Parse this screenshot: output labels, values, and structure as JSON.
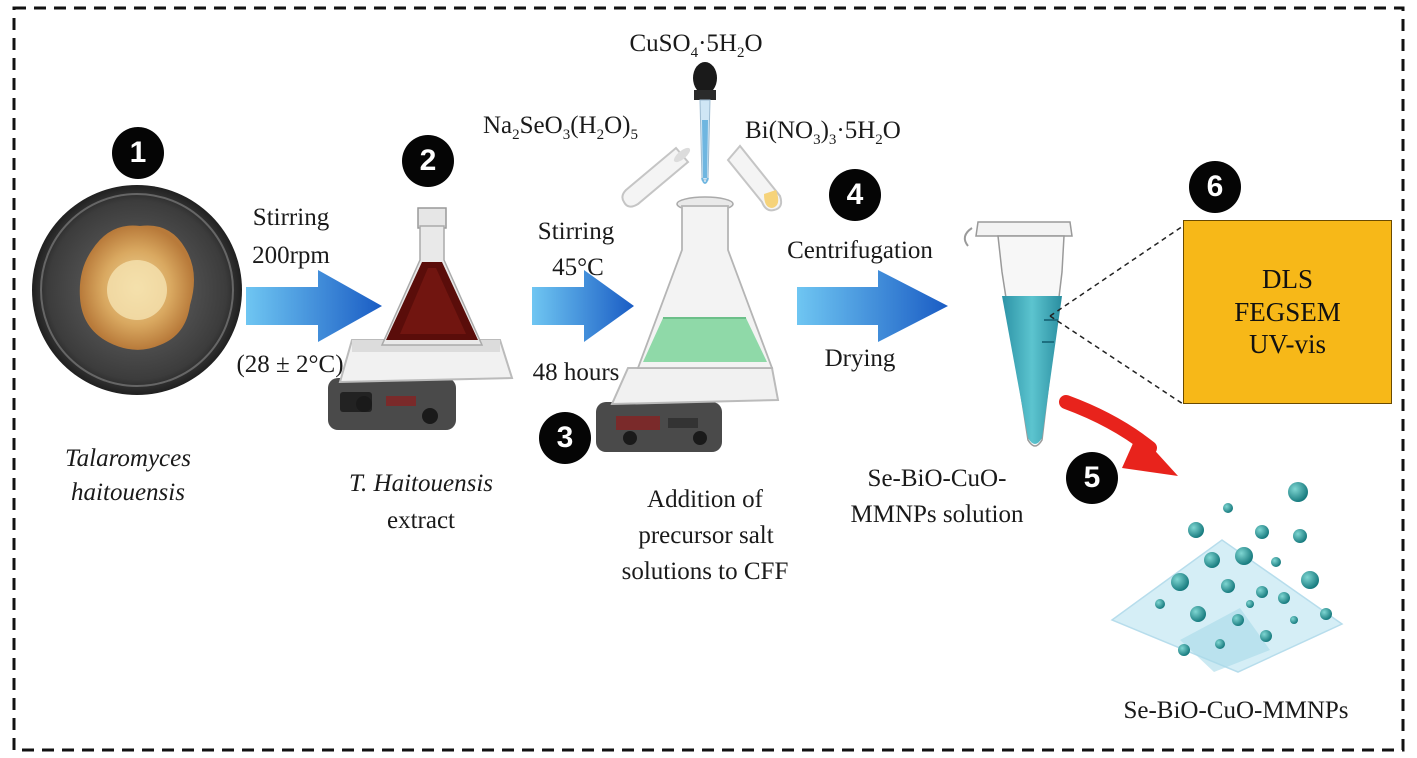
{
  "steps": {
    "s1": {
      "number": "1",
      "organism": "Talaromyces",
      "organism2": "haitouensis"
    },
    "s2": {
      "number": "2",
      "extract_name": "T. Haitouensis",
      "extract_word": "extract"
    },
    "s3": {
      "number": "3",
      "caption_l1": "Addition  of",
      "caption_l2": "precursor salt",
      "caption_l3": "solutions to CFF"
    },
    "s4": {
      "number": "4"
    },
    "s5": {
      "number": "5",
      "product": "Se-BiO-CuO-MMNPs"
    },
    "s6": {
      "number": "6"
    }
  },
  "arrows": {
    "a1": {
      "top1": "Stirring",
      "top2": "200rpm",
      "bottom": "(28 ± 2°C)"
    },
    "a2": {
      "top1": "Stirring",
      "top2": "45°C",
      "bottom": "48 hours"
    },
    "a3": {
      "top": "Centrifugation",
      "bottom": "Drying"
    }
  },
  "reagents": {
    "cuso4": {
      "base": "CuSO",
      "sub1": "4",
      "dot": "·5H",
      "sub2": "2",
      "tail": "O"
    },
    "na2seo3": {
      "p1": "Na",
      "s1": "2",
      "p2": "SeO",
      "s2": "3",
      "p3": "(H",
      "s3": "2",
      "p4": "O)",
      "s4": "5"
    },
    "bino3": {
      "p1": "Bi(NO",
      "s1": "3",
      "p2": ")",
      "s2": "3",
      "p3": "·5H",
      "s3": "2",
      "p4": "O"
    }
  },
  "solution_label": {
    "l1": "Se-BiO-CuO-",
    "l2": "MMNPs  solution"
  },
  "characterization": {
    "items": [
      "DLS",
      "FEGSEM",
      "UV-vis"
    ]
  },
  "colors": {
    "arrow_blue": "#1e7ad6",
    "box_orange": "#f7b818",
    "solution_green": "#8fd9a8",
    "solution_teal": "#3aa3b4",
    "particle_teal": "#1f8f94",
    "red_arrow": "#e8231c"
  }
}
